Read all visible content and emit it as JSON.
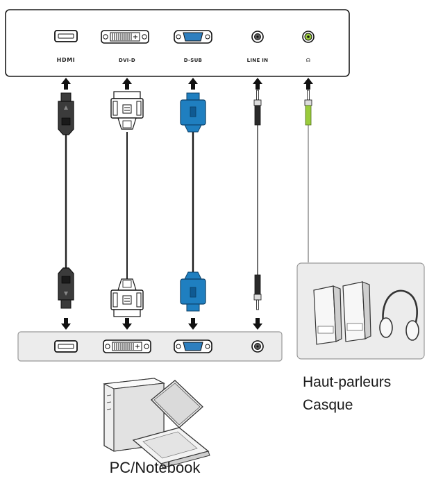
{
  "monitor_ports": {
    "hdmi_label": "HDMI",
    "dvi_label": "DVI-D",
    "dsub_label": "D-SUB",
    "line_in_label": "LINE IN",
    "headphone_label": "☊"
  },
  "captions": {
    "audio_line1": "Haut-parleurs",
    "audio_line2": "Casque",
    "computer": "PC/Notebook"
  },
  "colors": {
    "vga_blue": "#1f7fc0",
    "audio_green": "#9acb3c",
    "hdmi_dark": "#3b3b3b",
    "panel_gray": "#ececec"
  }
}
